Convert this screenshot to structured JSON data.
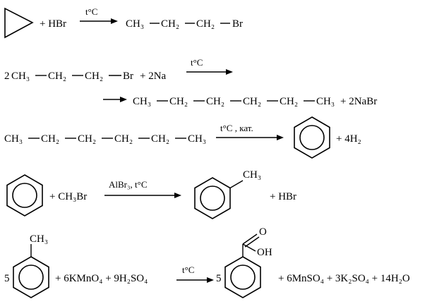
{
  "reactions": [
    {
      "id": "r1",
      "reagent": "+ HBr",
      "condition": "t°C",
      "product": [
        "CH₃",
        "CH₂",
        "CH₂",
        "Br"
      ]
    },
    {
      "id": "r2",
      "coefficient": "2",
      "reactant": [
        "CH₃",
        "CH₂",
        "CH₂",
        "Br"
      ],
      "reagent": "+ 2Na",
      "condition": "t°C",
      "product": [
        "CH₃",
        "CH₂",
        "CH₂",
        "CH₂",
        "CH₂",
        "CH₃"
      ],
      "byproduct": "+ 2NaBr"
    },
    {
      "id": "r3",
      "reactant": [
        "CH₃",
        "CH₂",
        "CH₂",
        "CH₂",
        "CH₂",
        "CH₃"
      ],
      "condition": "t°C , кат.",
      "byproduct": "+ 4H₂"
    },
    {
      "id": "r4",
      "reagent": "+ CH₃Br",
      "condition": "AlBr₃, t°C",
      "substituent": "CH₃",
      "byproduct": "+ HBr"
    },
    {
      "id": "r5",
      "coefficient": "5",
      "substituent": "CH₃",
      "reagents": "+ 6KMnO₄ + 9H₂SO₄",
      "condition": "t°C",
      "product_coefficient": "5",
      "product_atoms": [
        "O",
        "OH"
      ],
      "byproducts": "+ 6MnSO₄ + 3K₂SO₄ + 14H₂O"
    }
  ]
}
